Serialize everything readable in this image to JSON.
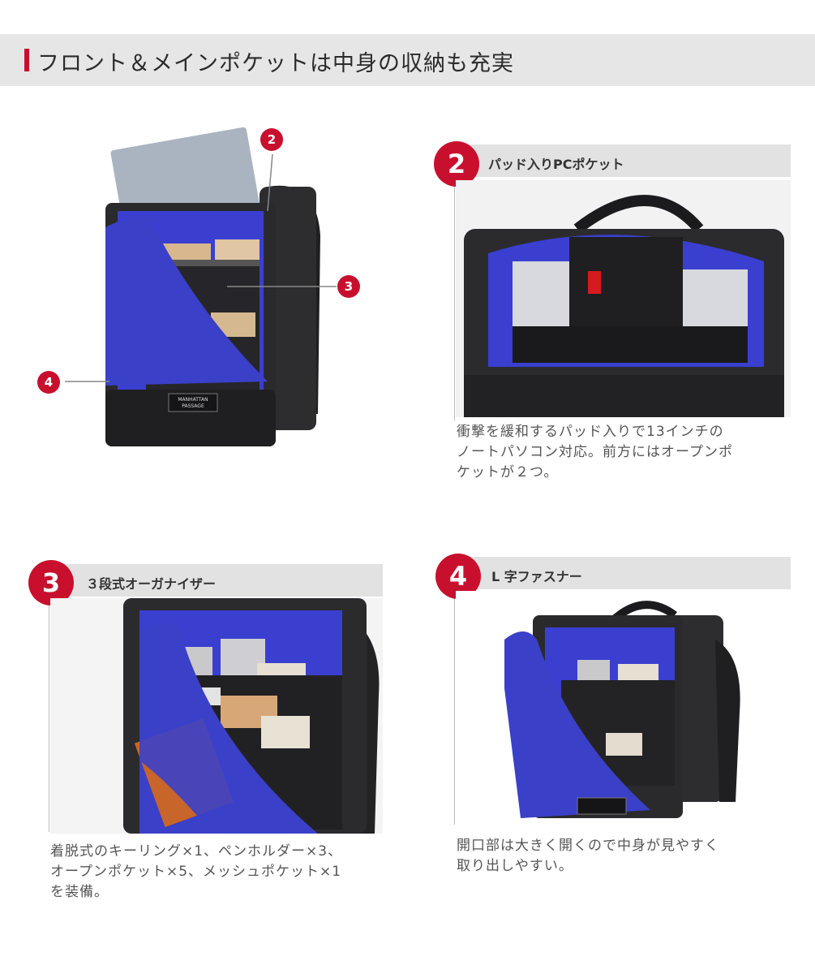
{
  "header": {
    "title": "フロント＆メインポケットは中身の収納も充実"
  },
  "callouts": [
    "2",
    "3",
    "4"
  ],
  "brand": {
    "line1": "MANHATTAN",
    "line2": "PASSAGE"
  },
  "sections": [
    {
      "num": "2",
      "label": "パッド入りPCポケット",
      "caption": [
        "衝撃を緩和するパッド入りで13インチの",
        "ノートパソコン対応。前方にはオープンポ",
        "ケットが２つ。"
      ]
    },
    {
      "num": "3",
      "label": "３段式オーガナイザー",
      "caption": [
        "着脱式のキーリング×1、ペンホルダー×3、",
        "オープンポケット×5、メッシュポケット×1",
        "を装備。"
      ]
    },
    {
      "num": "4",
      "label": "L 字ファスナー",
      "caption": [
        "開口部は大きく開くので中身が見やすく",
        "取り出しやすい。"
      ]
    }
  ],
  "colors": {
    "accent": "#c8102e",
    "lining": "#3a3fd0",
    "bag": "#2a2a2c",
    "band": "#e2e2e2"
  }
}
